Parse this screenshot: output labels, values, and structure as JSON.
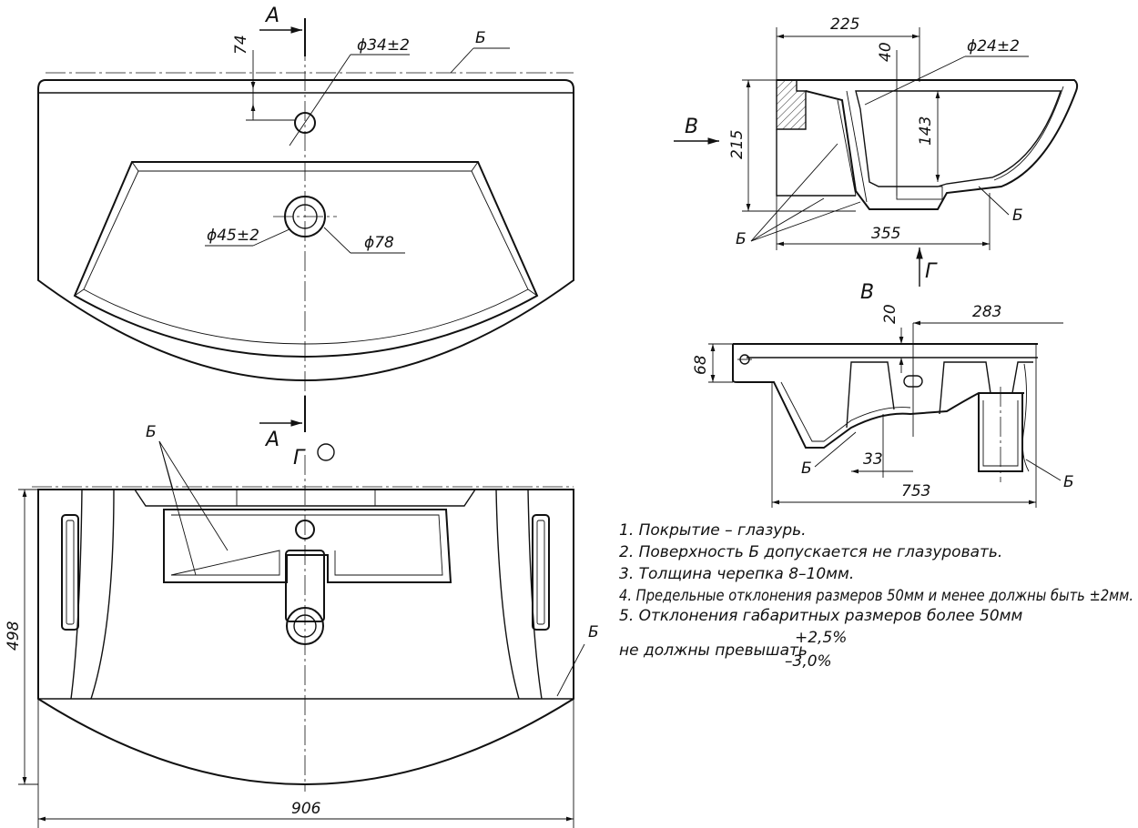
{
  "top_view": {
    "section_label_top": "А",
    "section_label_bottom": "А",
    "dim_74": "74",
    "dim_phi34": "ϕ34±2",
    "dim_phi45": "ϕ45±2",
    "dim_phi78": "ϕ78",
    "surface_b": "Б"
  },
  "bottom_view": {
    "view_g_label": "Г",
    "surface_b_left": "Б",
    "surface_b_right": "Б",
    "dim_height": "498",
    "dim_width": "906"
  },
  "section_side": {
    "dim_225": "225",
    "dim_40": "40",
    "dim_phi24": "ϕ24±2",
    "dim_215": "215",
    "dim_143": "143",
    "dim_355": "355",
    "view_b_arrow": "В",
    "surface_b_left": "Б",
    "surface_b_right": "Б",
    "view_g_arrow": "Г"
  },
  "view_b": {
    "view_label": "В",
    "dim_20": "20",
    "dim_283": "283",
    "dim_68": "68",
    "dim_33": "33",
    "dim_753": "753",
    "surface_b_left": "Б",
    "surface_b_right": "Б"
  },
  "notes": {
    "n1": "1. Покрытие – глазурь.",
    "n2": "2. Поверхность Б допускается не глазуровать.",
    "n3": "3. Толщина черепка 8–10мм.",
    "n4": "4. Предельные отклонения размеров 50мм и менее должны быть ±2мм.",
    "n5": "5. Отклонения габаритных размеров более 50мм",
    "n5b": "не должны превышать",
    "tol_plus": "+2,5%",
    "tol_minus": "–3,0%"
  }
}
